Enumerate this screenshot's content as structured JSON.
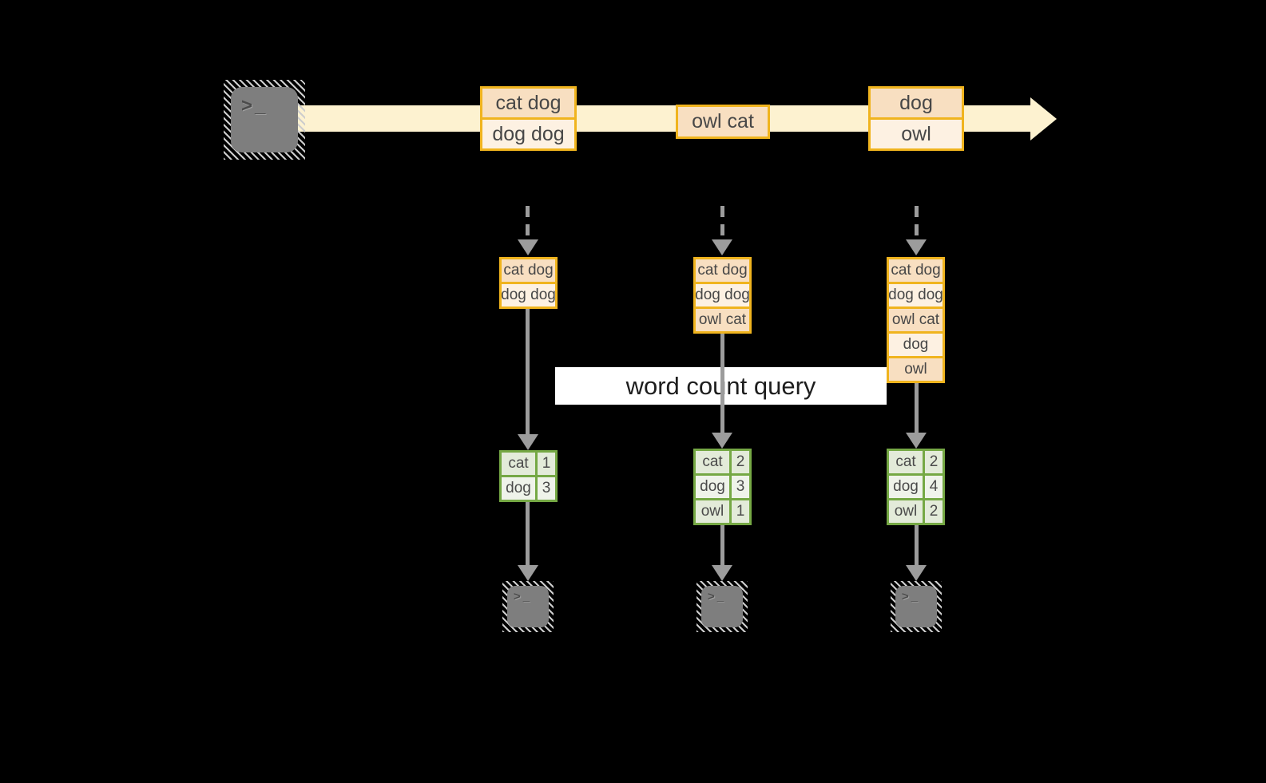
{
  "colors": {
    "background": "#000000",
    "stream_band": "#fdf2d0",
    "event_border": "#f0b41e",
    "event_fill_dark": "#f8dfc1",
    "event_fill_light": "#fdf1e2",
    "table_border": "#75a844",
    "table_fill_dark": "#e3ebd9",
    "table_fill_light": "#eff3ea",
    "arrow_gray": "#9c9c9c",
    "terminal_gray": "#7e7e7e"
  },
  "terminal_glyph": ">_",
  "stream": {
    "events": [
      {
        "rows": [
          "cat dog",
          "dog dog"
        ]
      },
      {
        "rows": [
          "owl cat"
        ]
      },
      {
        "rows": [
          "dog",
          "owl"
        ]
      }
    ]
  },
  "query": {
    "label": "word count query"
  },
  "columns": [
    {
      "buffer": [
        "cat dog",
        "dog dog"
      ],
      "counts": [
        {
          "word": "cat",
          "count": "1"
        },
        {
          "word": "dog",
          "count": "3"
        }
      ]
    },
    {
      "buffer": [
        "cat dog",
        "dog dog",
        "owl cat"
      ],
      "counts": [
        {
          "word": "cat",
          "count": "2"
        },
        {
          "word": "dog",
          "count": "3"
        },
        {
          "word": "owl",
          "count": "1"
        }
      ]
    },
    {
      "buffer": [
        "cat dog",
        "dog dog",
        "owl cat",
        "dog",
        "owl"
      ],
      "counts": [
        {
          "word": "cat",
          "count": "2"
        },
        {
          "word": "dog",
          "count": "4"
        },
        {
          "word": "owl",
          "count": "2"
        }
      ]
    }
  ]
}
